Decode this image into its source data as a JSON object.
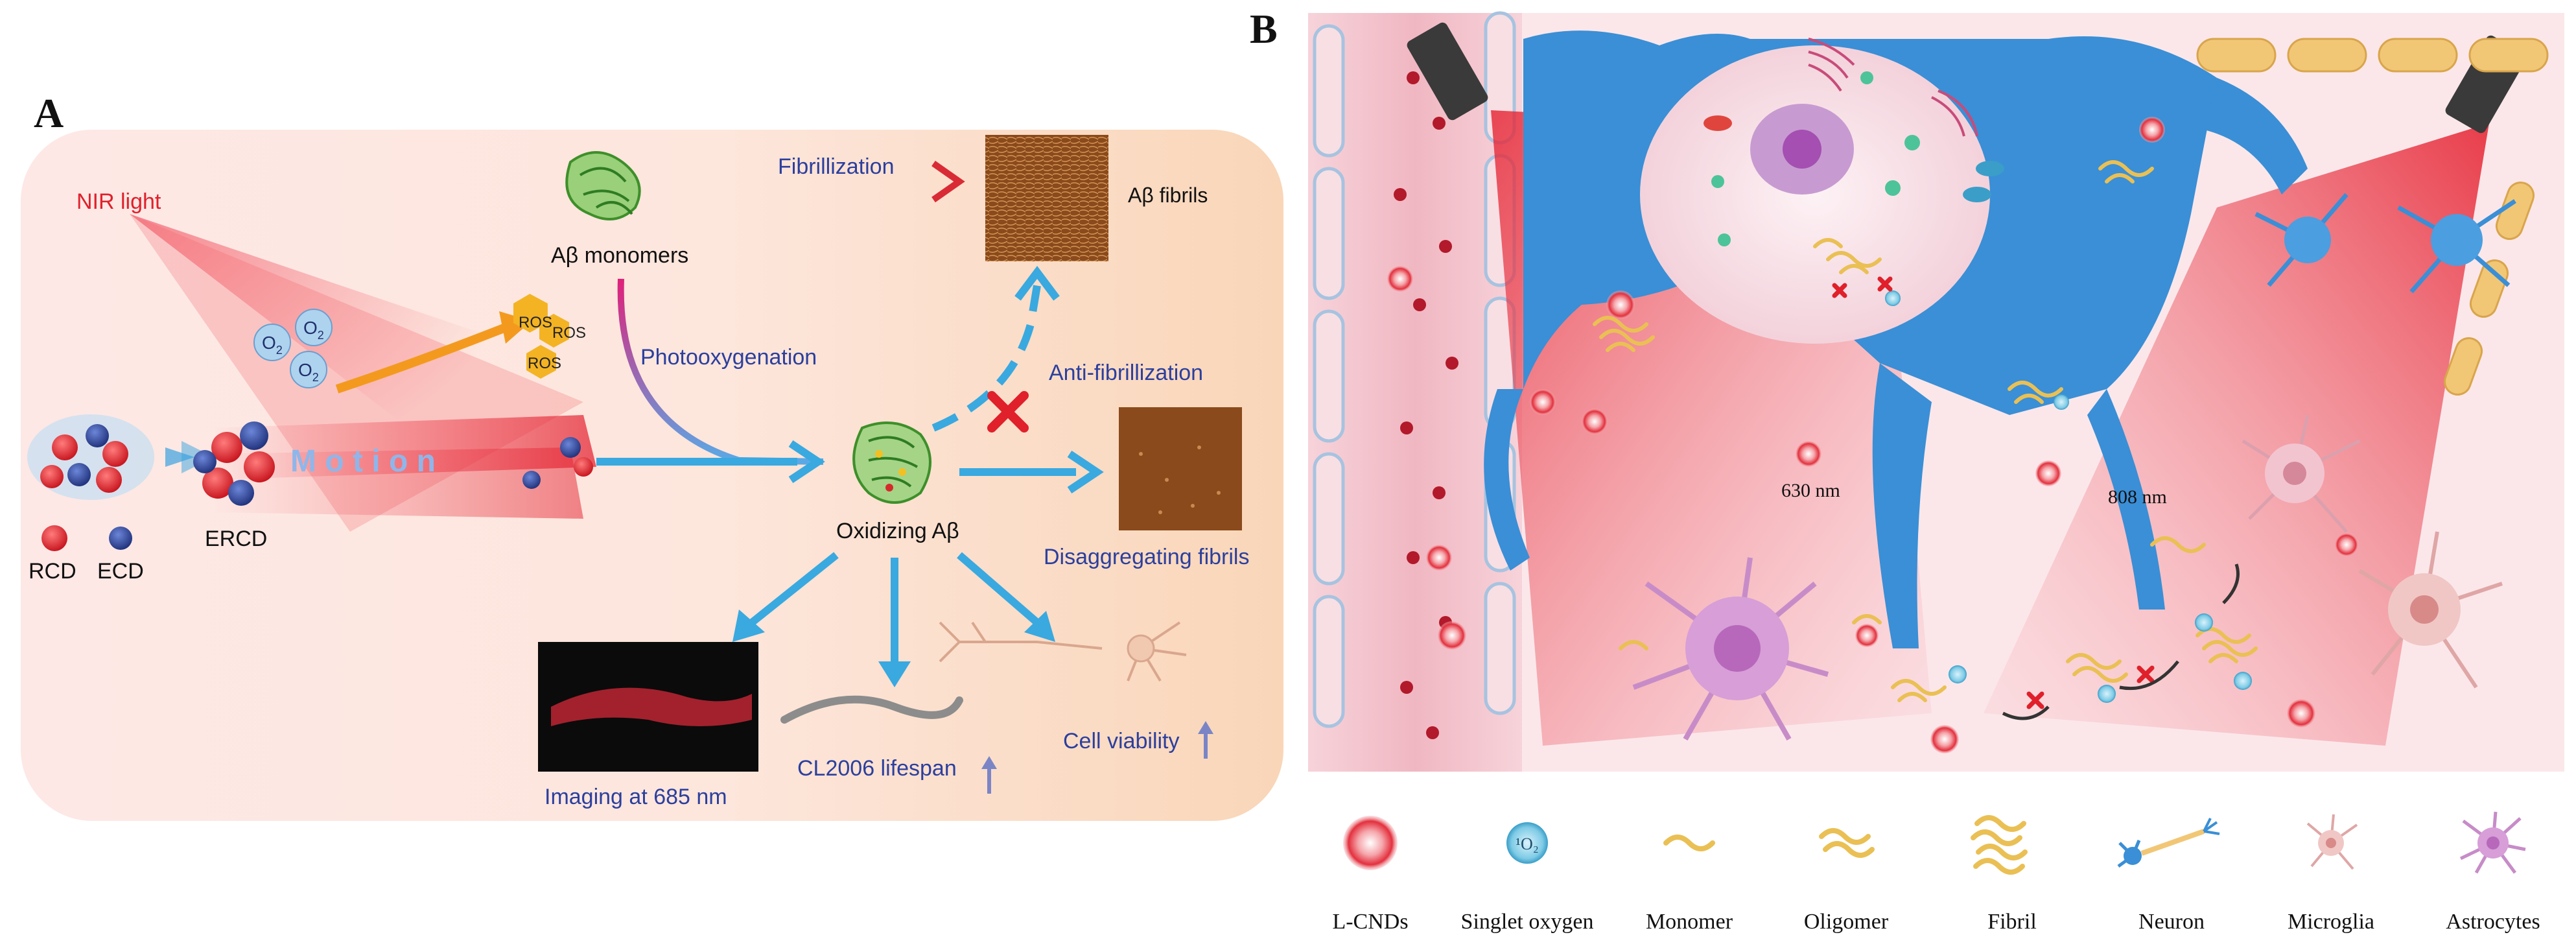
{
  "panel_a": {
    "letter": "A",
    "nir_light": "NIR light",
    "o2_label": "O",
    "o2_sub": "2",
    "ros": "ROS",
    "motion": "M o t i o n",
    "rcd": "RCD",
    "ecd": "ECD",
    "ercd": "ERCD",
    "monomers": "Aβ monomers",
    "fibrillization": "Fibrillization",
    "fibrils": "Aβ fibrils",
    "photooxygenation": "Photooxygenation",
    "anti_fibrillization": "Anti-fibrillization",
    "oxidizing": "Oxidizing Aβ",
    "disaggregating": "Disaggregating fibrils",
    "imaging": "Imaging at 685 nm",
    "lifespan": "CL2006 lifespan",
    "viability": "Cell viability",
    "colors": {
      "red": "#e0202a",
      "blue_text": "#2b3f9e",
      "cyan_arrow": "#39a9e0",
      "orange": "#f39a1e",
      "ros": "#f3b323"
    }
  },
  "panel_b": {
    "letter": "B",
    "wavelength_1": "630 nm",
    "wavelength_2": "808 nm",
    "singlet": "¹O₂",
    "legend": [
      {
        "icon": "l-cnd-icon",
        "label": "L-CNDs"
      },
      {
        "icon": "singlet-oxygen-icon",
        "label": "Singlet oxygen",
        "glyph": "¹O₂"
      },
      {
        "icon": "monomer-icon",
        "label": "Monomer"
      },
      {
        "icon": "oligomer-icon",
        "label": "Oligomer"
      },
      {
        "icon": "fibril-icon",
        "label": "Fibril"
      },
      {
        "icon": "neuron-icon",
        "label": "Neuron"
      },
      {
        "icon": "microglia-icon",
        "label": "Microglia"
      },
      {
        "icon": "astrocytes-icon",
        "label": "Astrocytes"
      }
    ],
    "colors": {
      "neuron": "#3a8fd6",
      "vessel": "#f2c7cf",
      "cell": "#f6dfe5",
      "fibril": "#f1c95a"
    }
  }
}
